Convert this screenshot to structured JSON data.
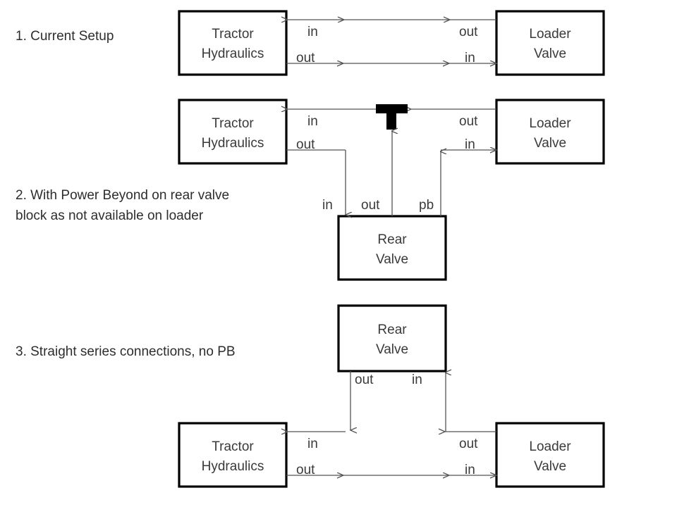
{
  "page": {
    "title": "Tractor hydraulic plumbing options",
    "background_color": "#ffffff",
    "line_color": "#555555",
    "box_border_color": "#000000",
    "text_color": "#3a3a3a"
  },
  "sections": [
    {
      "id": "section-1",
      "caption": "1. Current Setup",
      "boxes": {
        "tractor": "Tractor\nHydraulics",
        "tractor_line1": "Tractor",
        "tractor_line2": "Hydraulics",
        "loader_line1": "Loader",
        "loader_line2": "Valve"
      },
      "port_labels": {
        "tractor_in": "in",
        "tractor_out": "out",
        "loader_out": "out",
        "loader_in": "in"
      }
    },
    {
      "id": "section-2",
      "caption_line1": "2. With Power Beyond on rear valve",
      "caption_line2": "block as not available on loader",
      "boxes": {
        "tractor_line1": "Tractor",
        "tractor_line2": "Hydraulics",
        "loader_line1": "Loader",
        "loader_line2": "Valve",
        "rear_line1": "Rear",
        "rear_line2": "Valve"
      },
      "port_labels": {
        "tractor_in": "in",
        "tractor_out": "out",
        "loader_out": "out",
        "loader_in": "in",
        "rear_in": "in",
        "rear_out": "out",
        "rear_pb": "pb"
      },
      "fitting": "tee-fitting"
    },
    {
      "id": "section-3",
      "caption": "3. Straight series connections, no PB",
      "boxes": {
        "rear_line1": "Rear",
        "rear_line2": "Valve",
        "tractor_line1": "Tractor",
        "tractor_line2": "Hydraulics",
        "loader_line1": "Loader",
        "loader_line2": "Valve"
      },
      "port_labels": {
        "rear_out": "out",
        "rear_in": "in",
        "tractor_in": "in",
        "tractor_out": "out",
        "loader_out": "out",
        "loader_in": "in"
      }
    }
  ]
}
